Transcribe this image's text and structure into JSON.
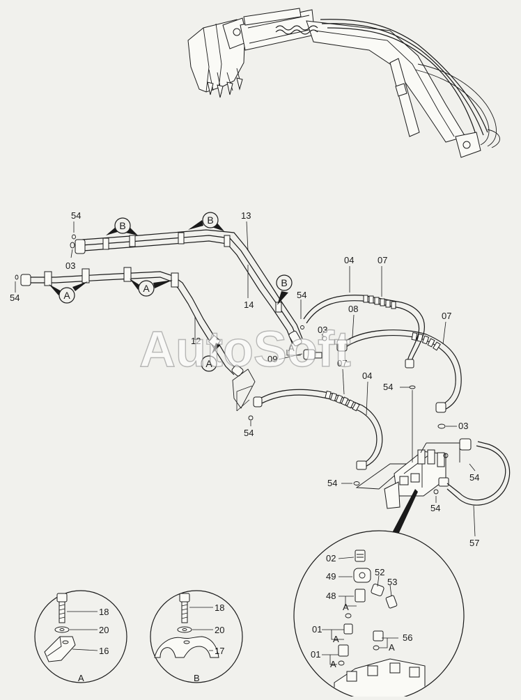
{
  "watermark": "AutoSoft",
  "labels": {
    "n54_top": "54",
    "n03_top": "03",
    "n54_left": "54",
    "n13": "13",
    "n14": "14",
    "n12": "12",
    "n54_mid": "54",
    "n03_mid": "03",
    "n09": "09",
    "n08": "08",
    "n04_top": "04",
    "n07_top": "07",
    "n07_right": "07",
    "n07_mid": "07",
    "n04_mid": "04",
    "n54_c1": "54",
    "n54_c2": "54",
    "n54_lowleft": "54",
    "n03_right": "03",
    "n54_right": "54",
    "n54_valve": "54",
    "n57": "57",
    "d02": "02",
    "d49": "49",
    "d52": "52",
    "d53": "53",
    "d48": "48",
    "d01a": "01",
    "d01b": "01",
    "d56": "56",
    "dA1": "A",
    "dA2": "A",
    "dA3": "A",
    "dA4": "A",
    "A_small": "A",
    "cA_18": "18",
    "cA_20": "20",
    "cA_16": "16",
    "cA_caption": "A",
    "cB_18": "18",
    "cB_20": "20",
    "cB_17": "17",
    "cB_caption": "B"
  },
  "callouts": {
    "B1": "B",
    "B2": "B",
    "B3": "B",
    "A1": "A",
    "A2": "A",
    "A3": "A"
  }
}
